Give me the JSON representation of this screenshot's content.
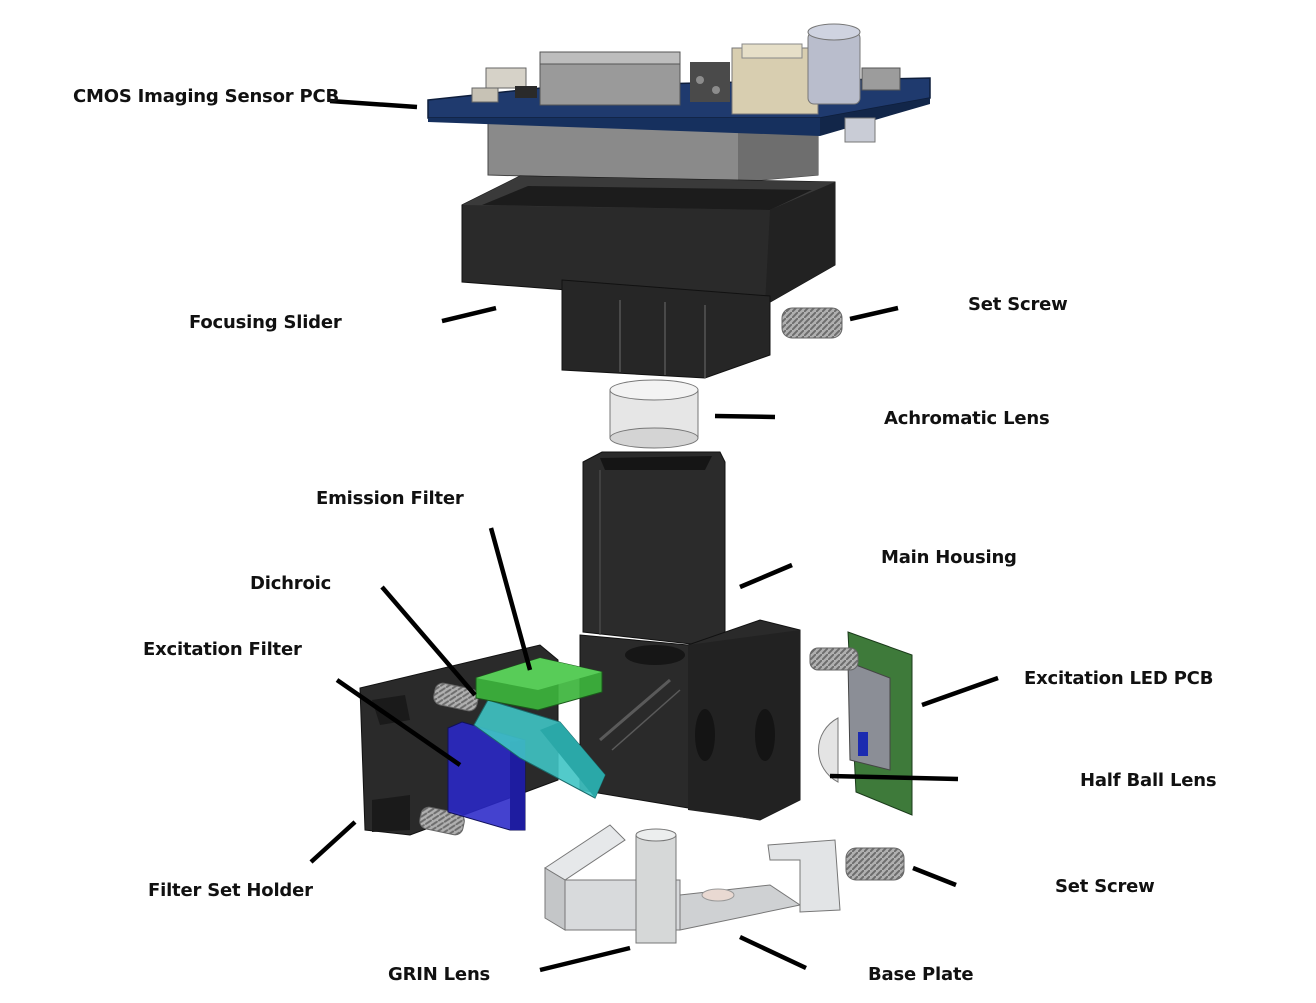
{
  "diagram": {
    "labels": {
      "cmos_pcb": "CMOS Imaging Sensor PCB",
      "focusing_slider": "Focusing Slider",
      "set_screw_top": "Set Screw",
      "achromatic_lens": "Achromatic Lens",
      "emission_filter": "Emission Filter",
      "main_housing": "Main Housing",
      "dichroic": "Dichroic",
      "excitation_filter": "Excitation Filter",
      "excitation_led_pcb": "Excitation LED PCB",
      "half_ball_lens": "Half Ball Lens",
      "filter_set_holder": "Filter Set Holder",
      "set_screw_bottom": "Set Screw",
      "grin_lens": "GRIN Lens",
      "base_plate": "Base Plate"
    },
    "colors": {
      "pcb_blue": "#1f3a6e",
      "housing_black": "#2a2a2a",
      "emission_green": "#3cb43c",
      "dichroic_cyan": "#3fc4c4",
      "excitation_blue": "#2828c8",
      "led_pcb_green": "#3e7a3a",
      "base_plate_gray": "#d8dadc",
      "leader_line": "#000000"
    }
  }
}
